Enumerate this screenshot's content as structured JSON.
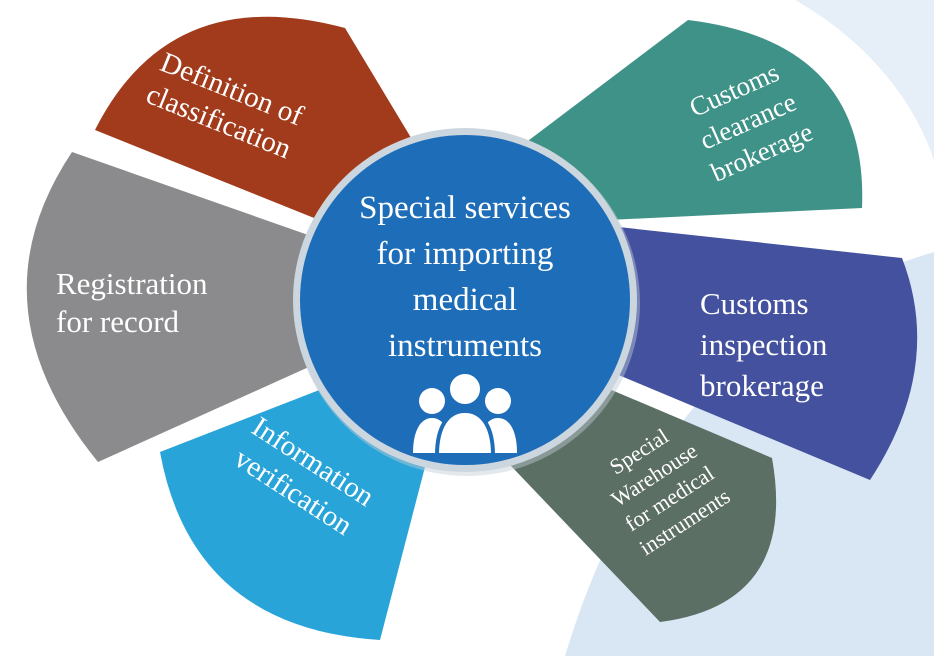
{
  "diagram": {
    "title_lines": [
      "Special services",
      "for importing",
      "medical",
      "instruments"
    ],
    "center": {
      "color": "#1e6db8",
      "ring_color": "#ccd6de",
      "text_color": "#ffffff",
      "icon": "people-icon"
    },
    "background": {
      "swoosh_color": "#d9e7f4",
      "swoosh_top_color": "#e6eff8"
    },
    "wedges": {
      "definition": {
        "color": "#a23b1c",
        "lines": [
          "Definition of",
          "classification"
        ]
      },
      "registration": {
        "color": "#8b8b8d",
        "lines": [
          "Registration",
          "for record"
        ]
      },
      "information": {
        "color": "#29a4d9",
        "lines": [
          "Information",
          "verification"
        ]
      },
      "clearance": {
        "color": "#3f9287",
        "lines": [
          "Customs",
          "clearance",
          "brokerage"
        ]
      },
      "inspection": {
        "color": "#44519e",
        "lines": [
          "Customs",
          "inspection",
          "brokerage"
        ]
      },
      "warehouse": {
        "color": "#5c6f64",
        "lines": [
          "Special",
          "Warehouse",
          "for medical",
          "instruments"
        ]
      }
    }
  }
}
